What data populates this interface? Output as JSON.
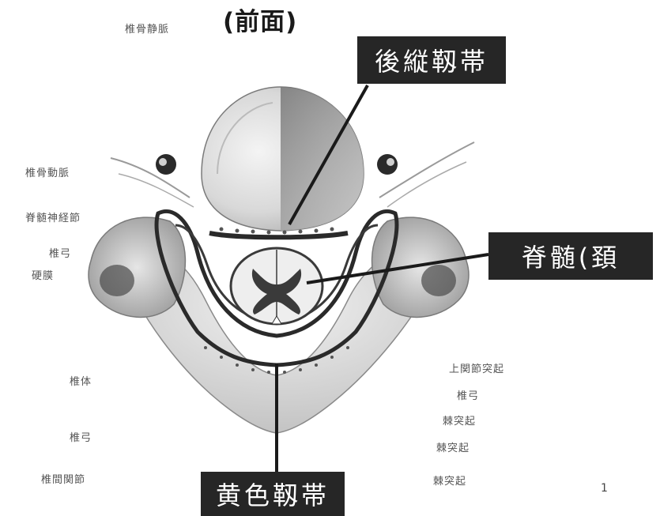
{
  "title": "(前面)",
  "callouts": {
    "posterior_ligament": "後縦靱帯",
    "spinal_cord": "脊髄(頚",
    "ligamentum_flavum": "黄色靱帯"
  },
  "faint_labels": {
    "top_left": "椎骨静脈",
    "left_1": "椎骨動脈",
    "left_2": "脊髄神経節",
    "left_3": "椎弓",
    "left_4": "硬膜",
    "left_5": "椎体",
    "left_6": "椎弓",
    "left_7": "椎間関節",
    "right_1": "上関節突起",
    "right_2": "椎弓",
    "right_3": "棘突起",
    "right_4": "棘突起",
    "right_5": "棘突起"
  },
  "page_mark": "1",
  "colors": {
    "callout_bg": "#262626",
    "callout_text": "#ffffff",
    "ink": "#1a1a1a"
  }
}
